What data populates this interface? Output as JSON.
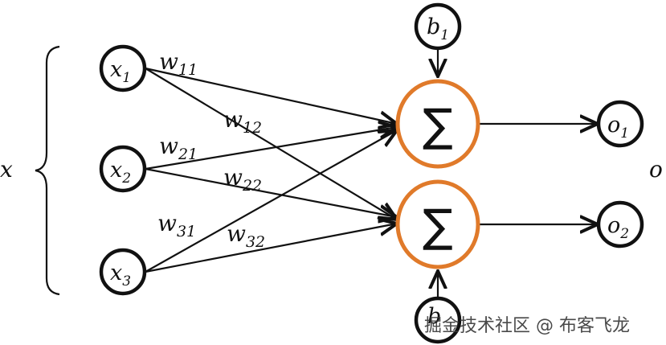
{
  "diagram": {
    "input_group_label": "x",
    "output_group_label": "o",
    "inputs": [
      {
        "name": "x",
        "sub": "1"
      },
      {
        "name": "x",
        "sub": "2"
      },
      {
        "name": "x",
        "sub": "3"
      }
    ],
    "weights": [
      {
        "name": "w",
        "sub": "11"
      },
      {
        "name": "w",
        "sub": "12"
      },
      {
        "name": "w",
        "sub": "21"
      },
      {
        "name": "w",
        "sub": "22"
      },
      {
        "name": "w",
        "sub": "31"
      },
      {
        "name": "w",
        "sub": "32"
      }
    ],
    "sum_symbol": "∑",
    "biases": [
      {
        "name": "b",
        "sub": "1"
      },
      {
        "name": "b",
        "sub": ""
      }
    ],
    "outputs": [
      {
        "name": "o",
        "sub": "1"
      },
      {
        "name": "o",
        "sub": "2"
      }
    ],
    "colors": {
      "neuron_border": "#e07a2a",
      "line": "#111111"
    }
  },
  "watermark": "掘金技术社区 @ 布客飞龙"
}
